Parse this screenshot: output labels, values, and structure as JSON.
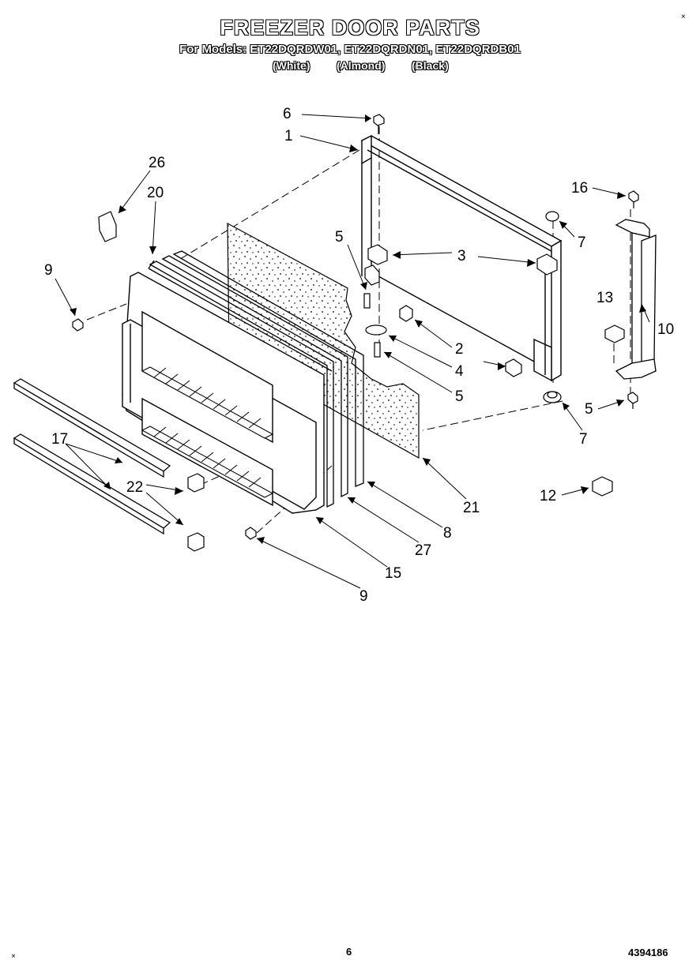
{
  "header": {
    "title": "FREEZER DOOR PARTS",
    "models_line": "For Models: ET22DQRDW01, ET22DQRDN01, ET22DQRDB01",
    "colors": [
      "(White)",
      "(Almond)",
      "(Black)"
    ]
  },
  "callouts": [
    "6",
    "1",
    "26",
    "20",
    "16",
    "5",
    "3",
    "7",
    "9",
    "13",
    "10",
    "2",
    "4",
    "5",
    "5",
    "7",
    "17",
    "22",
    "21",
    "12",
    "8",
    "27",
    "15",
    "9"
  ],
  "footer": {
    "page_number": "6",
    "part_number": "4394186"
  },
  "corner_marks": [
    "×",
    "×"
  ]
}
